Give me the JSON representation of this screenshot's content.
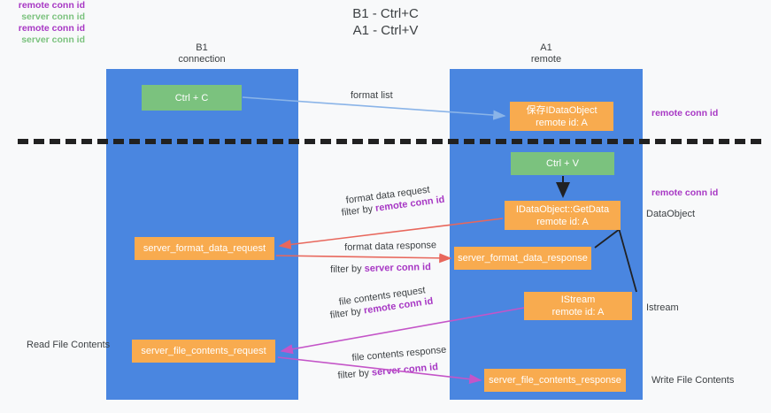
{
  "title": {
    "line1": "B1 - Ctrl+C",
    "line2": "A1 - Ctrl+V"
  },
  "columns": {
    "left": {
      "name": "B1",
      "role": "connection"
    },
    "right": {
      "name": "A1",
      "role": "remote"
    }
  },
  "nodes": {
    "ctrl_c": "Ctrl + C",
    "idataobject": {
      "line1": "保存IDataObject",
      "line2": "remote id: A"
    },
    "ctrl_v": "Ctrl + V",
    "getdata": {
      "line1": "IDataObject::GetData",
      "line2": "remote id: A"
    },
    "server_format_data_response": "server_format_data_response",
    "istream": {
      "line1": "IStream",
      "line2": "remote id: A"
    },
    "server_format_data_request": "server_format_data_request",
    "server_file_contents_request": "server_file_contents_request",
    "server_file_contents_response": "server_file_contents_response"
  },
  "edges": {
    "format_list": "format list",
    "format_data_request": "format data request",
    "format_data_request_filter_prefix": "filter by ",
    "format_data_request_filter_key": "remote conn id",
    "format_data_response": "format data response",
    "format_data_response_filter_prefix": "filter by ",
    "format_data_response_filter_key": "server conn id",
    "file_contents_request": "file contents request",
    "file_contents_request_filter_prefix": "filter by ",
    "file_contents_request_filter_key": "remote conn id",
    "file_contents_response": "file contents response",
    "file_contents_response_filter_prefix": "filter by ",
    "file_contents_response_filter_key": "server conn id"
  },
  "annotations": {
    "remote_conn_id_top": "remote conn id",
    "remote_conn_id_mid": "remote conn id",
    "dataobject": "DataObject",
    "istream": "Istream",
    "write_file_contents": "Write File Contents",
    "read_file_contents": "Read File Contents",
    "left_remote_conn_id_1": "remote conn id",
    "left_server_conn_id_1": "server conn id",
    "left_remote_conn_id_2": "remote conn id",
    "left_server_conn_id_2": "server conn id"
  },
  "colors": {
    "lane": "#4a86e0",
    "green_node": "#7bc27e",
    "orange_node": "#f8ab4f",
    "purple_text": "#a737c4",
    "green_text": "#7bc27e",
    "red_arrow": "#e8675c",
    "magenta_arrow": "#c455c8",
    "lightblue_arrow": "#8ab4e8",
    "black_arrow": "#202124",
    "background": "#f8f9fa"
  }
}
